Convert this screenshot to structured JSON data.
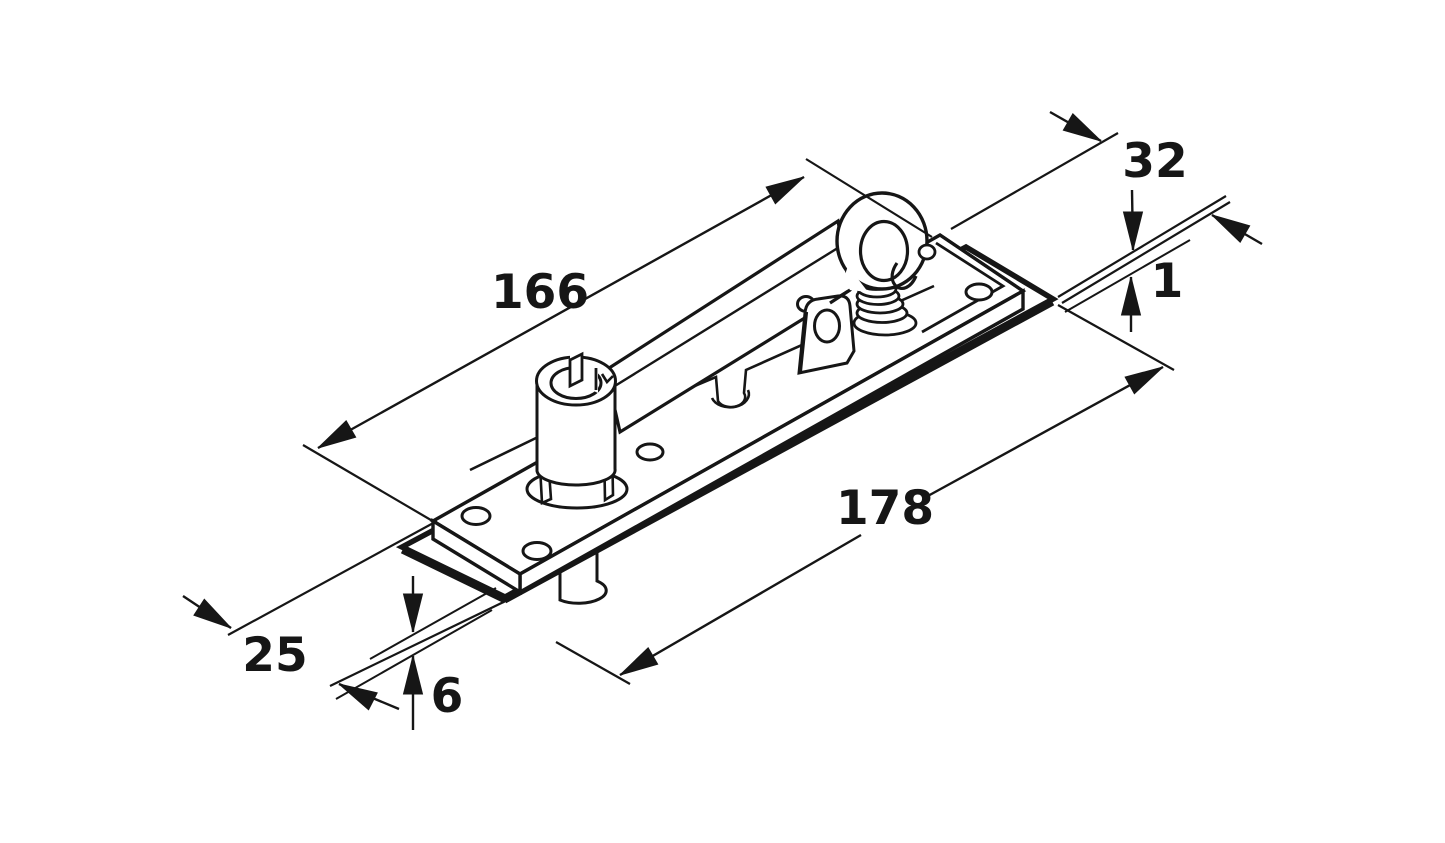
{
  "diagram": {
    "kind": "isometric-technical-drawing",
    "subject": "pivot-hinge-bottom-strap-with-cover-plate",
    "colors": {
      "background": "#ffffff",
      "line": "#161616"
    },
    "dimensions": {
      "strap_length": "166",
      "cover_plate_width": "32",
      "cover_plate_thickness": "1",
      "cover_plate_length": "178",
      "strap_width": "25",
      "strap_thickness": "6"
    }
  }
}
